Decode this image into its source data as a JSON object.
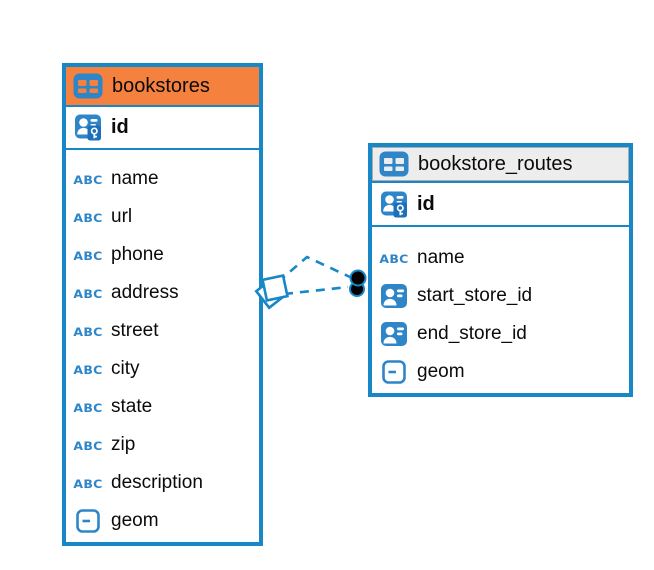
{
  "diagram": {
    "colors": {
      "accent_blue": "#1787C8",
      "icon_blue": "#2E86C8",
      "key_overlay_blue": "#1C6FB9",
      "selected_header_orange": "#F5813E",
      "unselected_header_gray": "#EDEDED",
      "text": "#0b0b0b",
      "marker_black": "#000000"
    },
    "icons": {
      "text_type_glyph": "ABC"
    },
    "tables": [
      {
        "name": "bookstores",
        "selected": true,
        "id_row": {
          "label": "id"
        },
        "columns": [
          {
            "label": "name",
            "type": "text"
          },
          {
            "label": "url",
            "type": "text"
          },
          {
            "label": "phone",
            "type": "text"
          },
          {
            "label": "address",
            "type": "text"
          },
          {
            "label": "street",
            "type": "text"
          },
          {
            "label": "city",
            "type": "text"
          },
          {
            "label": "state",
            "type": "text"
          },
          {
            "label": "zip",
            "type": "text"
          },
          {
            "label": "description",
            "type": "text"
          },
          {
            "label": "geom",
            "type": "geometry"
          }
        ]
      },
      {
        "name": "bookstore_routes",
        "selected": false,
        "id_row": {
          "label": "id"
        },
        "columns": [
          {
            "label": "name",
            "type": "text"
          },
          {
            "label": "start_store_id",
            "type": "foreign-key"
          },
          {
            "label": "end_store_id",
            "type": "foreign-key"
          },
          {
            "label": "geom",
            "type": "geometry"
          }
        ]
      }
    ],
    "relationships": [
      {
        "from_table": "bookstore_routes",
        "to_table": "bookstores",
        "style": "dashed"
      },
      {
        "from_table": "bookstore_routes",
        "to_table": "bookstores",
        "style": "dashed"
      }
    ]
  }
}
